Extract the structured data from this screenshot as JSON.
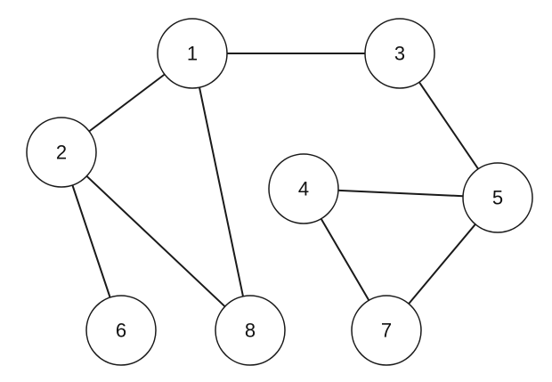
{
  "graph": {
    "nodes": [
      {
        "id": "1",
        "label": "1"
      },
      {
        "id": "2",
        "label": "2"
      },
      {
        "id": "3",
        "label": "3"
      },
      {
        "id": "4",
        "label": "4"
      },
      {
        "id": "5",
        "label": "5"
      },
      {
        "id": "6",
        "label": "6"
      },
      {
        "id": "7",
        "label": "7"
      },
      {
        "id": "8",
        "label": "8"
      }
    ],
    "edges": [
      {
        "from": "1",
        "to": "3"
      },
      {
        "from": "1",
        "to": "2"
      },
      {
        "from": "1",
        "to": "8"
      },
      {
        "from": "2",
        "to": "6"
      },
      {
        "from": "2",
        "to": "8"
      },
      {
        "from": "3",
        "to": "5"
      },
      {
        "from": "4",
        "to": "5"
      },
      {
        "from": "4",
        "to": "7"
      },
      {
        "from": "5",
        "to": "7"
      }
    ],
    "colors": {
      "stroke": "#1a1a1a",
      "fill": "#ffffff"
    }
  }
}
